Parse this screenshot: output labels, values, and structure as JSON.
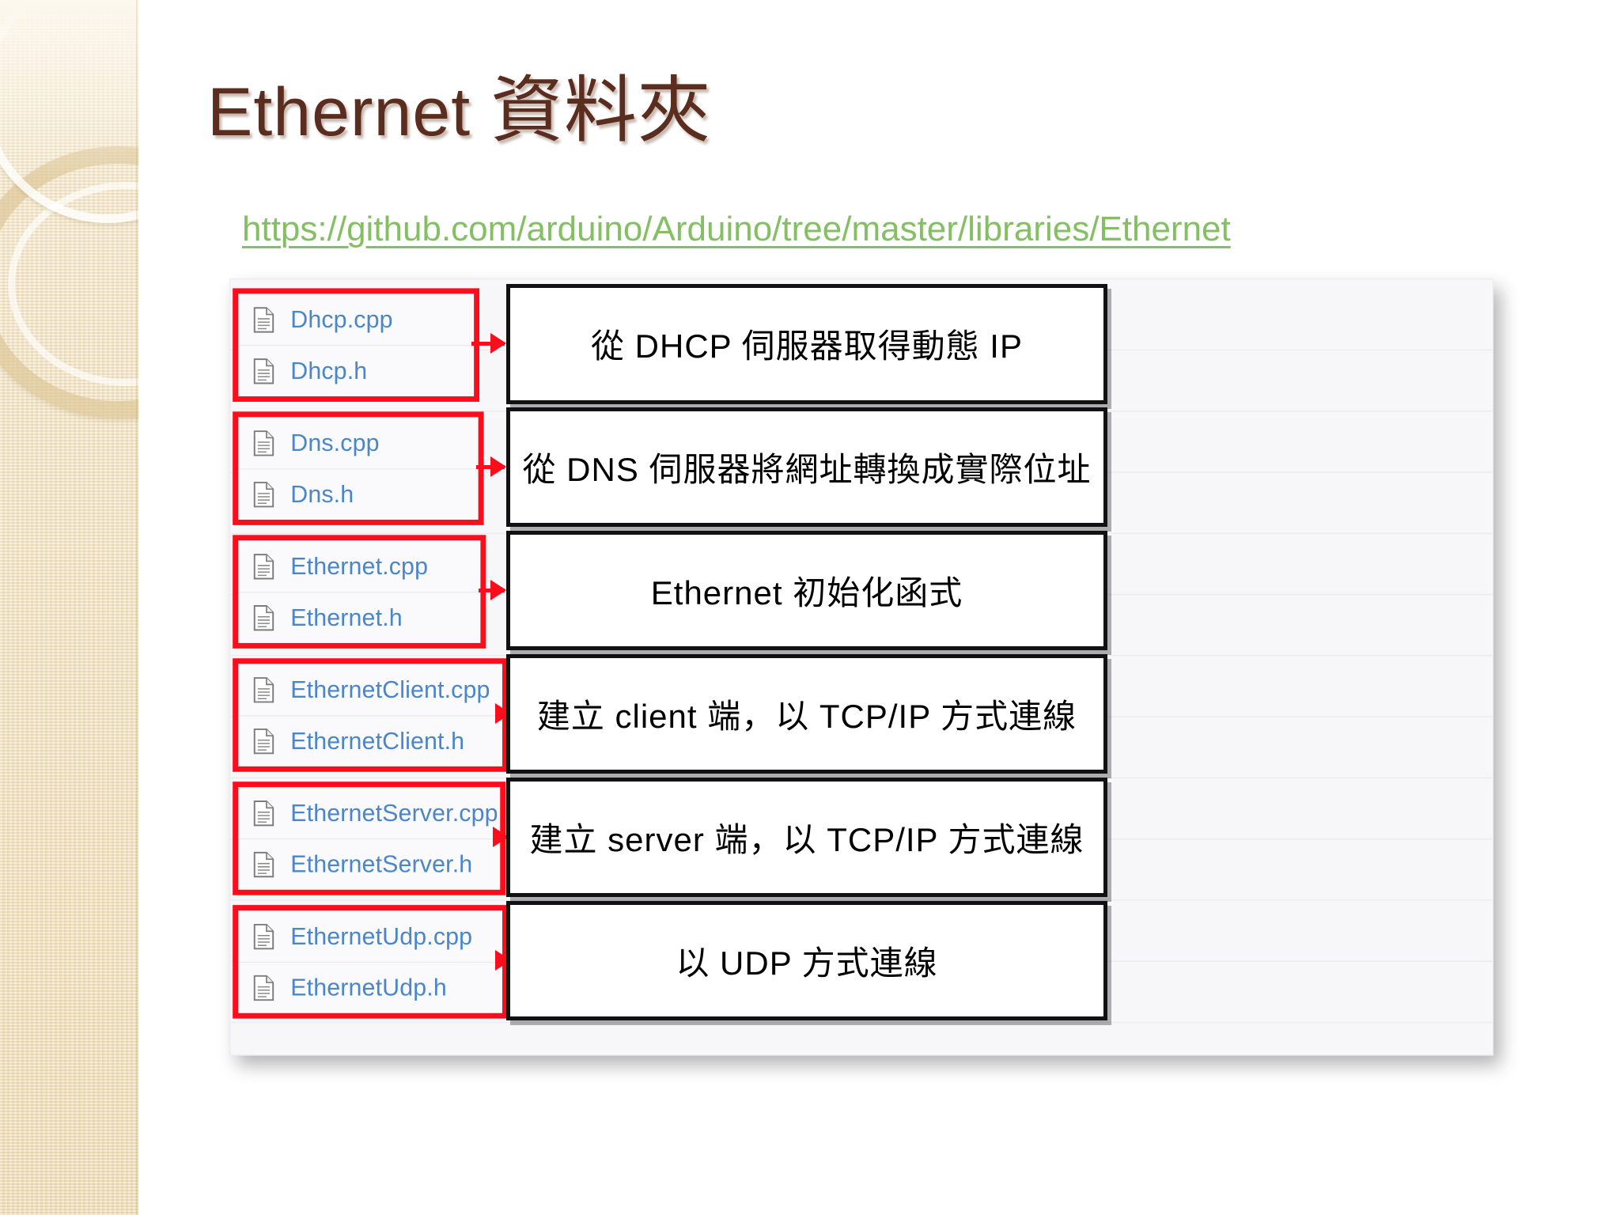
{
  "slide": {
    "title_en": "Ethernet",
    "title_zh": "資料夾",
    "url": "https://github.com/arduino/Arduino/tree/master/libraries/Ethernet",
    "accent_red": "#fc0d1b",
    "title_color": "#5a2d1e",
    "link_color": "#84c063",
    "filename_color": "#4a86c8"
  },
  "groups": [
    {
      "files": [
        "Dhcp.cpp",
        "Dhcp.h"
      ],
      "description": "從 DHCP 伺服器取得動態 IP"
    },
    {
      "files": [
        "Dns.cpp",
        "Dns.h"
      ],
      "description": "從 DNS 伺服器將網址轉換成實際位址"
    },
    {
      "files": [
        "Ethernet.cpp",
        "Ethernet.h"
      ],
      "description": "Ethernet 初始化函式"
    },
    {
      "files": [
        "EthernetClient.cpp",
        "EthernetClient.h"
      ],
      "description": "建立 client 端，以 TCP/IP 方式連線"
    },
    {
      "files": [
        "EthernetServer.cpp",
        "EthernetServer.h"
      ],
      "description": "建立 server 端，以 TCP/IP 方式連線"
    },
    {
      "files": [
        "EthernetUdp.cpp",
        "EthernetUdp.h"
      ],
      "description": "以 UDP 方式連線"
    }
  ],
  "icons": {
    "file": "document-icon"
  }
}
